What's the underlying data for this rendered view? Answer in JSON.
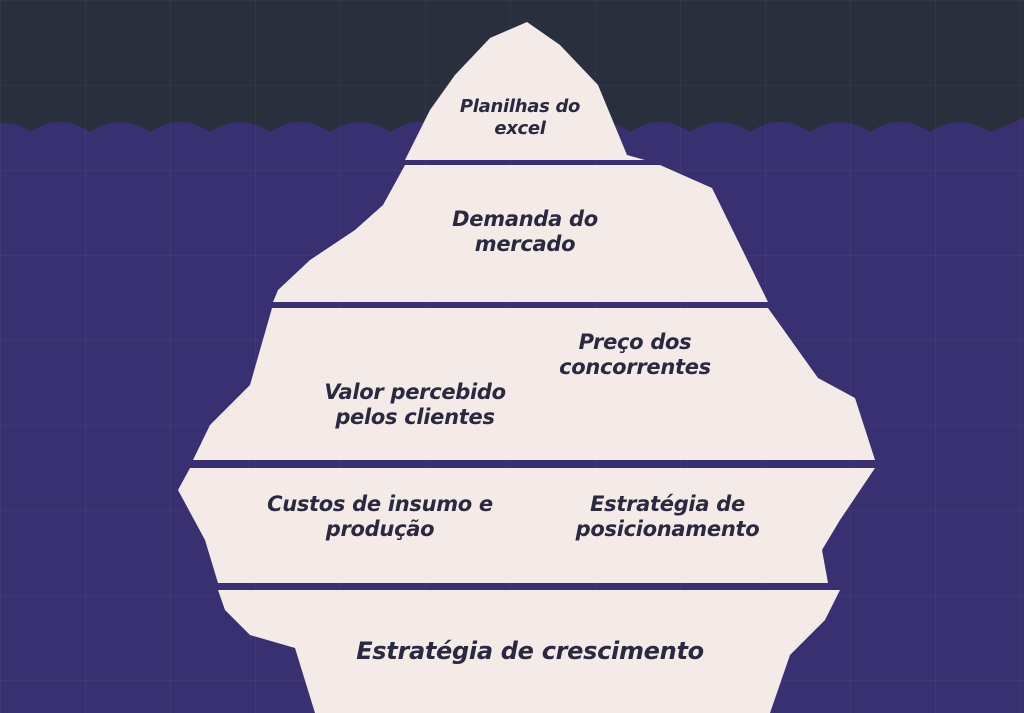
{
  "colors": {
    "sky": "#2a2f3d",
    "water": "#383070",
    "iceberg": "#f4ebe9",
    "divider": "#383070",
    "text": "#2b2940"
  },
  "layers": [
    {
      "lines": [
        "Planilhas do",
        "excel"
      ]
    },
    {
      "lines": [
        "Demanda do",
        "mercado"
      ]
    },
    {
      "labels": [
        {
          "lines": [
            "Valor percebido",
            "pelos clientes"
          ]
        },
        {
          "lines": [
            "Preço dos",
            "concorrentes"
          ]
        }
      ]
    },
    {
      "labels": [
        {
          "lines": [
            "Custos de insumo e",
            "produção"
          ]
        },
        {
          "lines": [
            "Estratégia de",
            "posicionamento"
          ]
        }
      ]
    },
    {
      "lines": [
        "Estratégia de crescimento"
      ]
    }
  ]
}
